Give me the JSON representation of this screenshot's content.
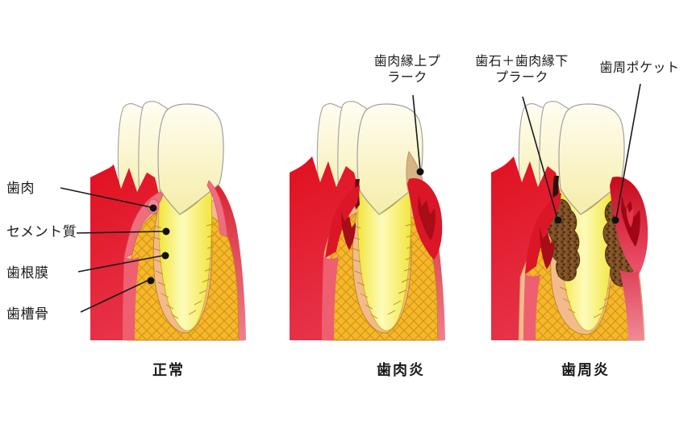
{
  "diagram": {
    "anatomy_labels": [
      {
        "text": "歯肉"
      },
      {
        "text": "セメント質"
      },
      {
        "text": "歯根膜"
      },
      {
        "text": "歯槽骨"
      }
    ],
    "annotations": [
      {
        "text": "歯肉縁上プラーク"
      },
      {
        "text": "歯石＋歯肉縁下プラーク"
      },
      {
        "text": "歯周ポケット"
      }
    ],
    "stages": [
      {
        "label": "正常"
      },
      {
        "label": "歯肉炎"
      },
      {
        "label": "歯周炎"
      }
    ],
    "colors": {
      "gum_red": "#dd1424",
      "gum_pink": "#ee6e7e",
      "bone_orange": "#f8b629",
      "bone_hatch": "#c9971c",
      "ligament_peach": "#f3bb8c",
      "root_yellow": "#f7ef52",
      "crown_ivory": "#fdf9e3",
      "plaque_tan": "#d7b488",
      "calculus_brown": "#7c4c1d",
      "line_black": "#1a1a1a"
    }
  }
}
